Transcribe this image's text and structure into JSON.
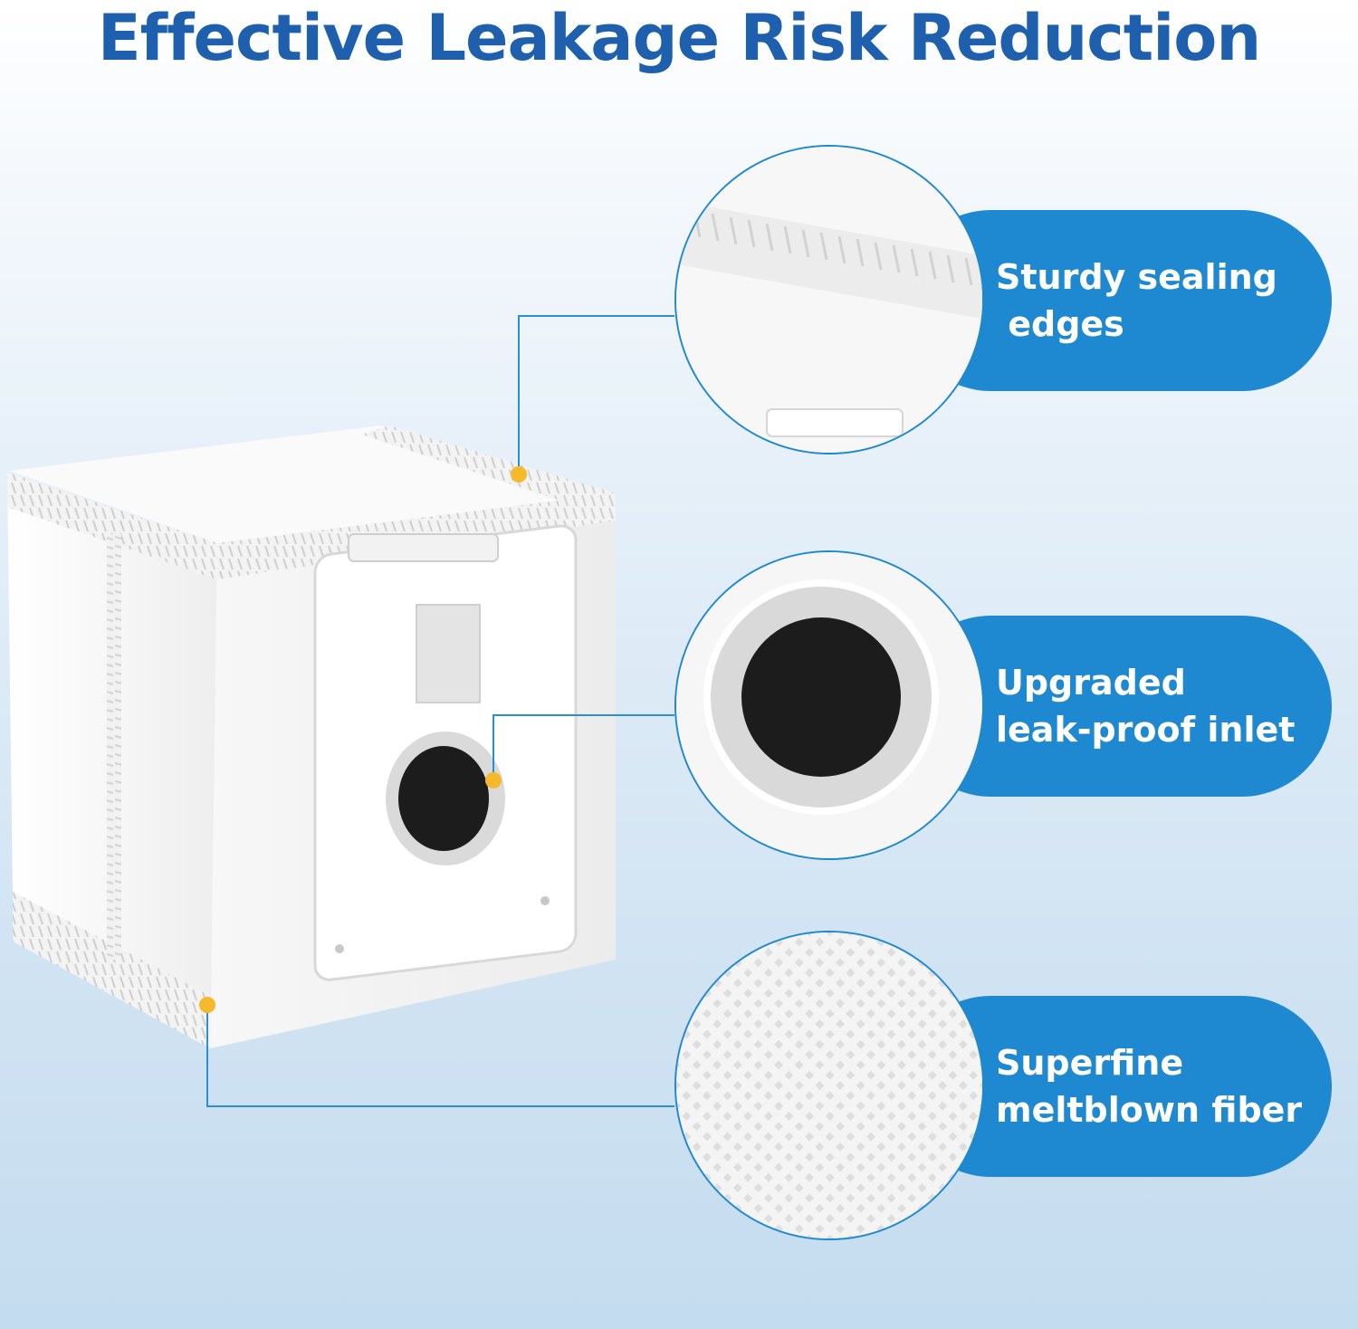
{
  "title": "Effective Leakage Risk Reduction",
  "features": [
    {
      "line1": "Sturdy sealing",
      "line2": " edges",
      "icon": "sealing-edge-closeup"
    },
    {
      "line1": "Upgraded",
      "line2": "leak-proof inlet",
      "icon": "inlet-closeup"
    },
    {
      "line1": "Superfine",
      "line2": "meltblown fiber",
      "icon": "fiber-texture-closeup"
    }
  ],
  "colors": {
    "title": "#1e5fae",
    "pill": "#1e88d0",
    "connector": "#2b8fd6",
    "dot": "#f6b92b",
    "inlet_hole": "#1c1c1c"
  }
}
